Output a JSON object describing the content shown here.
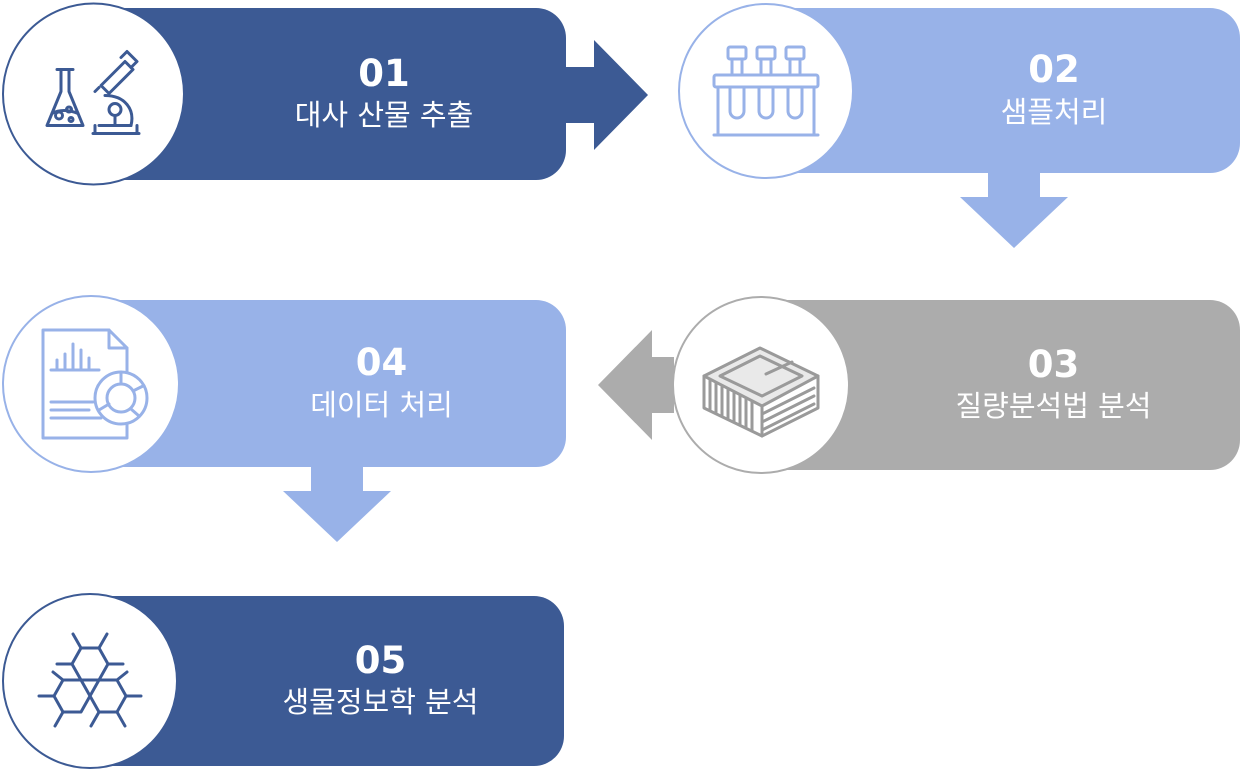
{
  "colors": {
    "dark_blue": "#3c5a94",
    "light_blue": "#98b2e8",
    "gray": "#acacac"
  },
  "steps": [
    {
      "number": "01",
      "label": "대사 산물 추출",
      "icon": "flask-microscope-icon"
    },
    {
      "number": "02",
      "label": "샘플처리",
      "icon": "test-tubes-icon"
    },
    {
      "number": "03",
      "label": "질량분석법 분석",
      "icon": "book-icon"
    },
    {
      "number": "04",
      "label": "데이터 처리",
      "icon": "report-chart-icon"
    },
    {
      "number": "05",
      "label": "생물정보학 분석",
      "icon": "molecule-icon"
    }
  ]
}
